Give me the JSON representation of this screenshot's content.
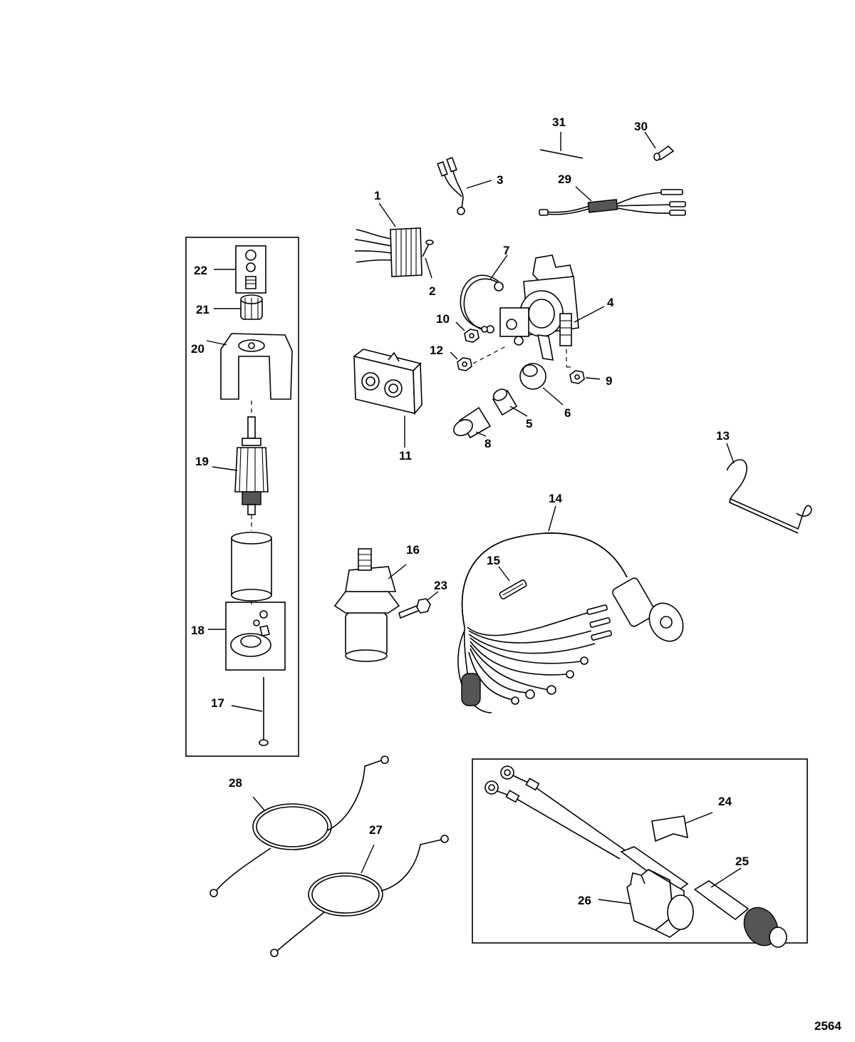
{
  "diagram_id": "2564",
  "callouts": {
    "c1": "1",
    "c2": "2",
    "c3": "3",
    "c4": "4",
    "c5": "5",
    "c6": "6",
    "c7": "7",
    "c8": "8",
    "c9": "9",
    "c10": "10",
    "c11": "11",
    "c12": "12",
    "c13": "13",
    "c14": "14",
    "c15": "15",
    "c16": "16",
    "c17": "17",
    "c18": "18",
    "c19": "19",
    "c20": "20",
    "c21": "21",
    "c22": "22",
    "c23": "23",
    "c24": "24",
    "c25": "25",
    "c26": "26",
    "c27": "27",
    "c28": "28",
    "c29": "29",
    "c30": "30",
    "c31": "31"
  }
}
